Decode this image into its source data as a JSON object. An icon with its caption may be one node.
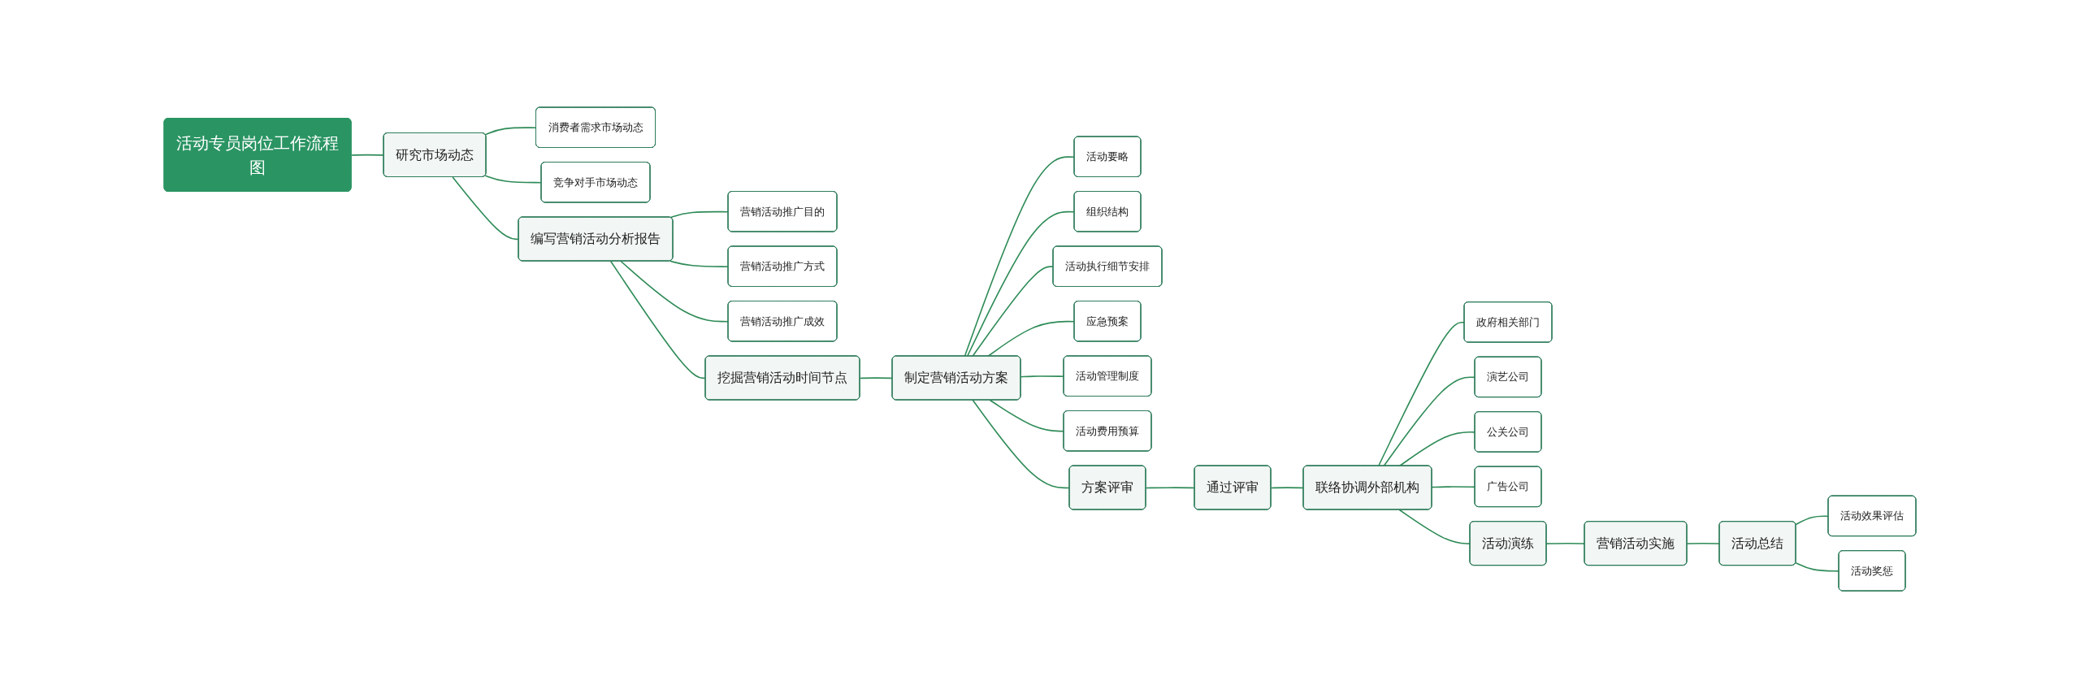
{
  "diagram": {
    "nodes": [
      {
        "text": [
          "活动专员岗位工作流程图"
        ]
      },
      {
        "text": [
          "研究市场动态"
        ]
      },
      {
        "text": [
          "消费者需求市场动态"
        ]
      },
      {
        "text": [
          "竞争对手市场动态"
        ]
      },
      {
        "text": [
          "编写营销活动分析报告"
        ]
      },
      {
        "text": [
          "营销活动推广目的"
        ]
      },
      {
        "text": [
          "营销活动推广方式"
        ]
      },
      {
        "text": [
          "营销活动推广成效"
        ]
      },
      {
        "text": [
          "挖掘营销活动时间节点"
        ]
      },
      {
        "text": [
          "制定营销活动方案"
        ]
      },
      {
        "text": [
          "活动要略"
        ]
      },
      {
        "text": [
          "组织结构"
        ]
      },
      {
        "text": [
          "活动执行细节安排"
        ]
      },
      {
        "text": [
          "应急预案"
        ]
      },
      {
        "text": [
          "活动管理制度"
        ]
      },
      {
        "text": [
          "活动费用预算"
        ]
      },
      {
        "text": [
          "方案评审"
        ]
      },
      {
        "text": [
          "通过评审"
        ]
      },
      {
        "text": [
          "联络协调外部机构"
        ]
      },
      {
        "text": [
          "政府相关部门"
        ]
      },
      {
        "text": [
          "演艺公司"
        ]
      },
      {
        "text": [
          "公关公司"
        ]
      },
      {
        "text": [
          "广告公司"
        ]
      },
      {
        "text": [
          "活动演练"
        ]
      },
      {
        "text": [
          "营销活动实施"
        ]
      },
      {
        "text": [
          "活动总结"
        ]
      },
      {
        "text": [
          "活动效果评估"
        ]
      },
      {
        "text": [
          "活动奖惩"
        ]
      }
    ],
    "edges": [
      {
        "from": 0,
        "to": 1,
        "arrow": "none"
      },
      {
        "from": 1,
        "to": 2,
        "arrow": "none"
      },
      {
        "from": 1,
        "to": 3,
        "arrow": "none"
      },
      {
        "from": 1,
        "to": 4,
        "arrow": "none"
      },
      {
        "from": 4,
        "to": 5,
        "arrow": "none"
      },
      {
        "from": 4,
        "to": 6,
        "arrow": "none"
      },
      {
        "from": 4,
        "to": 7,
        "arrow": "none"
      },
      {
        "from": 4,
        "to": 8,
        "arrow": "none"
      },
      {
        "from": 8,
        "to": 9,
        "arrow": "none"
      },
      {
        "from": 9,
        "to": 10,
        "arrow": "none"
      },
      {
        "from": 9,
        "to": 11,
        "arrow": "none"
      },
      {
        "from": 9,
        "to": 12,
        "arrow": "none"
      },
      {
        "from": 9,
        "to": 13,
        "arrow": "none"
      },
      {
        "from": 9,
        "to": 14,
        "arrow": "none"
      },
      {
        "from": 9,
        "to": 15,
        "arrow": "none"
      },
      {
        "from": 9,
        "to": 16,
        "arrow": "none"
      },
      {
        "from": 16,
        "to": 17,
        "arrow": "none"
      },
      {
        "from": 17,
        "to": 18,
        "arrow": "none"
      },
      {
        "from": 18,
        "to": 19,
        "arrow": "none"
      },
      {
        "from": 18,
        "to": 20,
        "arrow": "none"
      },
      {
        "from": 18,
        "to": 21,
        "arrow": "none"
      },
      {
        "from": 18,
        "to": 22,
        "arrow": "none"
      },
      {
        "from": 18,
        "to": 23,
        "arrow": "none"
      },
      {
        "from": 23,
        "to": 24,
        "arrow": "none"
      },
      {
        "from": 24,
        "to": 25,
        "arrow": "none"
      },
      {
        "from": 25,
        "to": 26,
        "arrow": "none"
      },
      {
        "from": 25,
        "to": 27,
        "arrow": "none"
      }
    ]
  }
}
